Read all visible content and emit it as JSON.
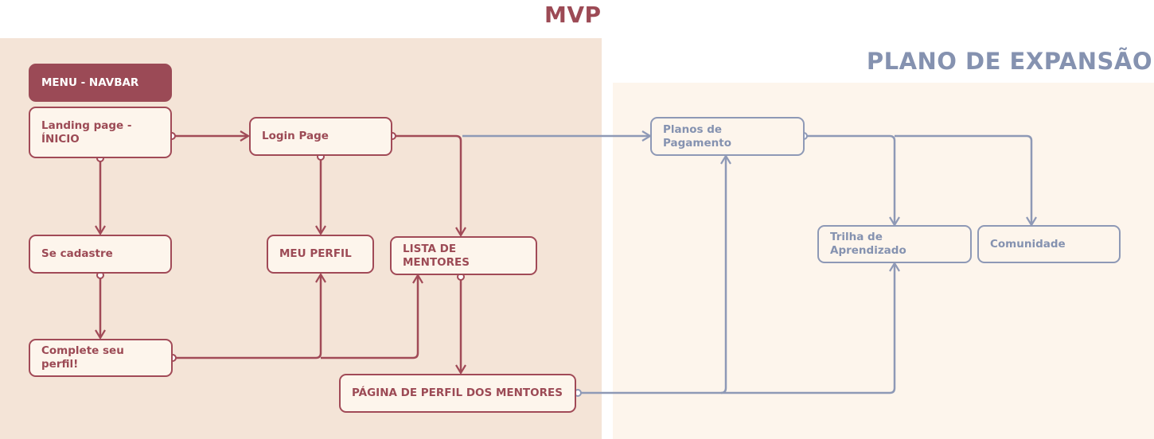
{
  "sections": {
    "mvp": {
      "title": "MVP"
    },
    "expansion": {
      "title": "PLANO DE EXPANSÃO"
    }
  },
  "nodes": {
    "menu_navbar": "MENU - NAVBAR",
    "landing_page": "Landing page - ÍNICIO",
    "login_page": "Login Page",
    "se_cadastre": "Se cadastre",
    "meu_perfil": "MEU PERFIL",
    "lista_mentores": "LISTA DE MENTORES",
    "complete_perfil": "Complete seu perfil!",
    "pagina_perfil_mentores": "PÁGINA DE PERFIL DOS MENTORES",
    "planos_pagamento": "Planos de Pagamento",
    "trilha_aprendizado": "Trilha de Aprendizado",
    "comunidade": "Comunidade"
  },
  "edges": [
    {
      "from": "landing_page",
      "to": "login_page"
    },
    {
      "from": "landing_page",
      "to": "se_cadastre"
    },
    {
      "from": "se_cadastre",
      "to": "complete_perfil"
    },
    {
      "from": "complete_perfil",
      "to": "meu_perfil"
    },
    {
      "from": "complete_perfil",
      "to": "lista_mentores"
    },
    {
      "from": "login_page",
      "to": "meu_perfil"
    },
    {
      "from": "login_page",
      "to": "lista_mentores"
    },
    {
      "from": "login_page",
      "to": "planos_pagamento"
    },
    {
      "from": "lista_mentores",
      "to": "pagina_perfil_mentores"
    },
    {
      "from": "pagina_perfil_mentores",
      "to": "planos_pagamento"
    },
    {
      "from": "pagina_perfil_mentores",
      "to": "trilha_aprendizado"
    },
    {
      "from": "planos_pagamento",
      "to": "trilha_aprendizado"
    },
    {
      "from": "planos_pagamento",
      "to": "comunidade"
    }
  ],
  "colors": {
    "mvp_accent": "#a14a57",
    "expansion_accent": "#8e99b6",
    "mvp_background": "#f4e4d7",
    "expansion_background": "#fdf5ec"
  }
}
